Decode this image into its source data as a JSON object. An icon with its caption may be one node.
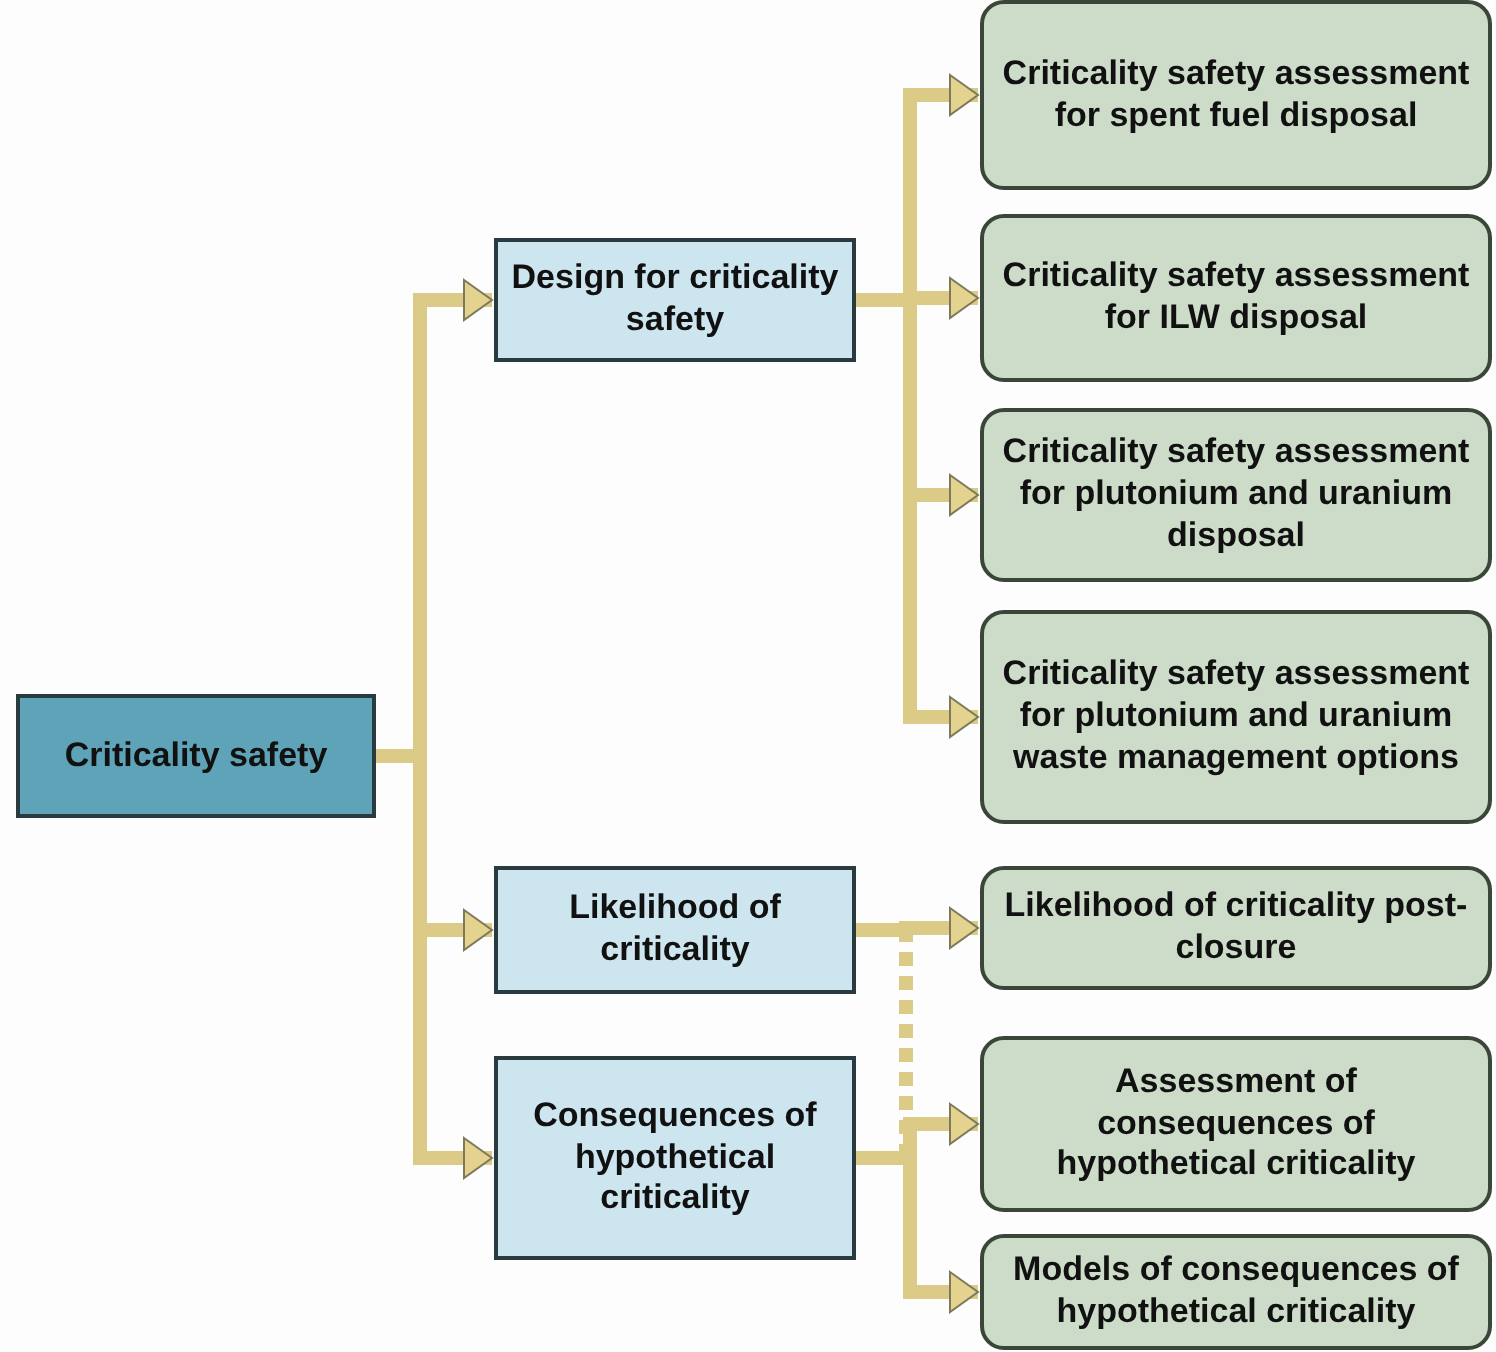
{
  "diagram": {
    "nodes": [
      {
        "text": [
          "Criticality safety"
        ]
      },
      {
        "text": [
          "Design for criticality safety"
        ]
      },
      {
        "text": [
          "Likelihood of criticality"
        ]
      },
      {
        "text": [
          "Consequences of hypothetical criticality"
        ]
      },
      {
        "text": [
          "Criticality safety assessment for spent fuel disposal"
        ]
      },
      {
        "text": [
          "Criticality safety assessment for ILW disposal"
        ]
      },
      {
        "text": [
          "Criticality safety assessment for plutonium and uranium disposal"
        ]
      },
      {
        "text": [
          "Criticality safety assessment for plutonium and uranium waste management options"
        ]
      },
      {
        "text": [
          "Likelihood of criticality post-closure"
        ]
      },
      {
        "text": [
          "Assessment of consequences of hypothetical criticality"
        ]
      },
      {
        "text": [
          "Models of consequences of hypothetical criticality"
        ]
      }
    ],
    "edges": [
      {
        "from": 0,
        "to": 1,
        "arrow": "to"
      },
      {
        "from": 0,
        "to": 2,
        "arrow": "to"
      },
      {
        "from": 0,
        "to": 3,
        "arrow": "to"
      },
      {
        "from": 1,
        "to": 4,
        "arrow": "to"
      },
      {
        "from": 1,
        "to": 5,
        "arrow": "to"
      },
      {
        "from": 1,
        "to": 6,
        "arrow": "to"
      },
      {
        "from": 1,
        "to": 7,
        "arrow": "to"
      },
      {
        "from": 2,
        "to": 8,
        "arrow": "to"
      },
      {
        "from": 3,
        "to": 9,
        "arrow": "to"
      },
      {
        "from": 3,
        "to": 10,
        "arrow": "to"
      },
      {
        "from": 2,
        "to": 3,
        "arrow": "none",
        "style": "dashed"
      }
    ]
  }
}
